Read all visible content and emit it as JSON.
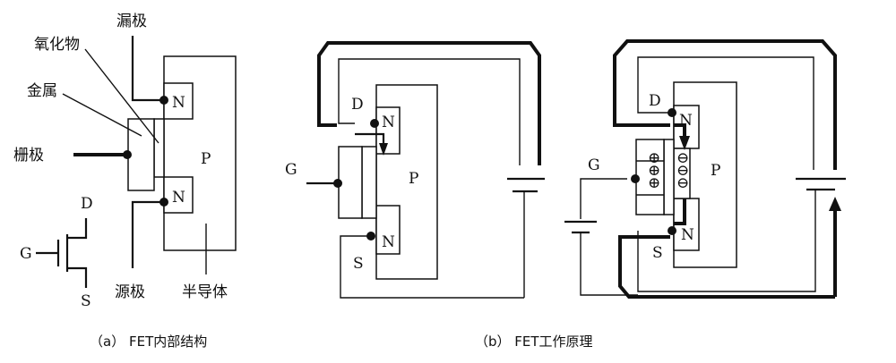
{
  "part_a": {
    "drain": "漏极",
    "oxide": "氧化物",
    "metal": "金属",
    "gate": "栅极",
    "source": "源极",
    "semiconductor": "半导体",
    "n_top": "N",
    "n_bottom": "N",
    "p": "P",
    "sym_d": "D",
    "sym_g": "G",
    "sym_s": "S",
    "caption": "（a） FET内部结构"
  },
  "part_b1": {
    "d": "D",
    "g": "G",
    "s": "S",
    "n_top": "N",
    "n_bottom": "N",
    "p": "P"
  },
  "part_b2": {
    "d": "D",
    "g": "G",
    "s": "S",
    "n_top": "N",
    "n_bottom": "N",
    "p": "P",
    "plus": "⊕",
    "minus": "⊖"
  },
  "caption_b": "（b） FET工作原理"
}
